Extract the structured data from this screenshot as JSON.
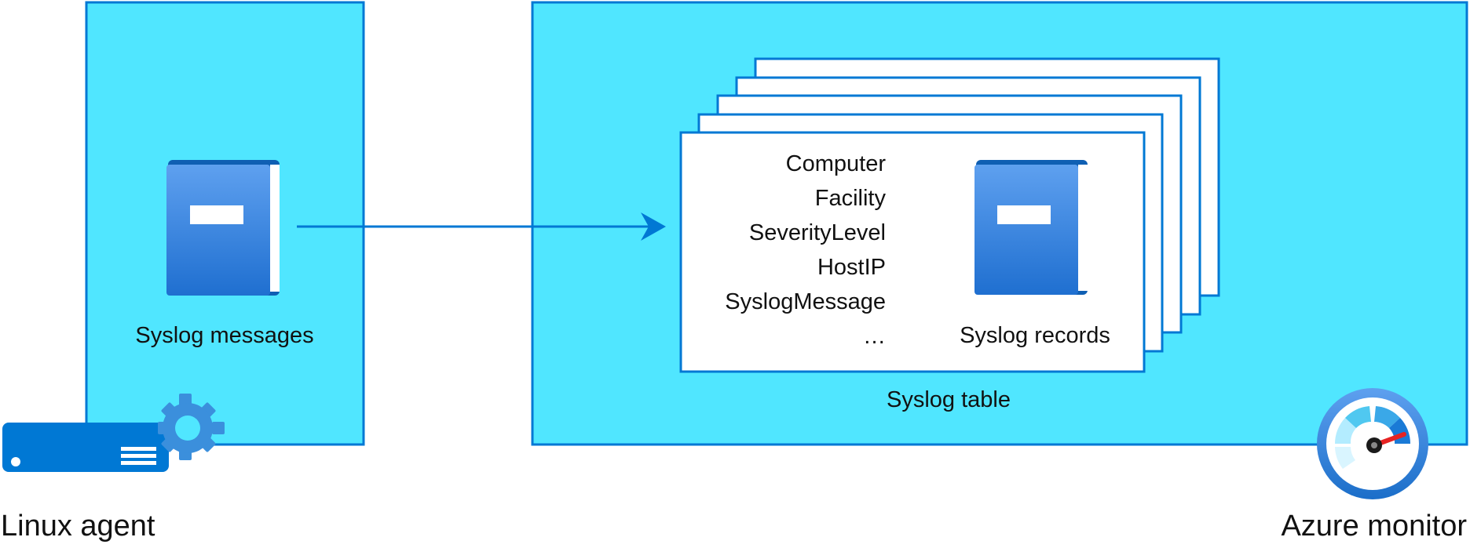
{
  "linux_panel": {
    "item_label": "Syslog messages",
    "agent_label": "Linux agent"
  },
  "azure_panel": {
    "table_label": "Syslog table",
    "records_label": "Syslog records",
    "fields": [
      "Computer",
      "Facility",
      "SeverityLevel",
      "HostIP",
      "SyslogMessage",
      "…"
    ],
    "monitor_label": "Azure monitor"
  },
  "icons": {
    "syslog_messages": "book-icon",
    "syslog_records": "book-icon",
    "linux_agent": "server-icon",
    "agent_settings": "gear-icon",
    "azure_monitor": "gauge-icon"
  },
  "colors": {
    "panel_fill": "#50e6ff",
    "panel_stroke": "#0078d4",
    "arrow": "#0078d4",
    "book_top": "#5ea0ef",
    "book_bottom": "#1f6fd0",
    "server": "#0078d4",
    "gauge_needle": "#e62323"
  }
}
